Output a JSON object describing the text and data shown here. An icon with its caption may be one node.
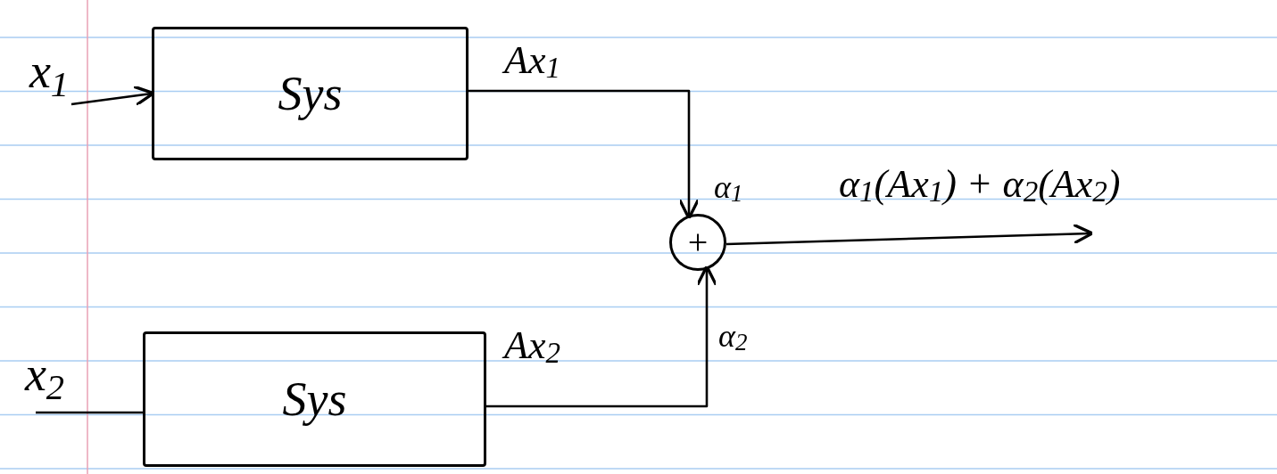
{
  "diagram": {
    "nodes": [
      {
        "text": [
          "x$_{1}$"
        ]
      },
      {
        "text": [
          "Sys"
        ]
      },
      {
        "text": [
          "x$_{2}$"
        ]
      },
      {
        "text": [
          "Sys"
        ]
      },
      {
        "text": [
          "+"
        ]
      }
    ],
    "edges": [
      {
        "from": 0,
        "to": 1,
        "arrow": "to"
      },
      {
        "from": 1,
        "to": 4,
        "arrow": "to",
        "label": "Ax$_{1}$"
      },
      {
        "from": 2,
        "to": 3,
        "arrow": "none"
      },
      {
        "from": 3,
        "to": 4,
        "arrow": "to",
        "label": "Ax$_{2}$"
      },
      {
        "from": 4,
        "to": null,
        "arrow": "to",
        "label": "α$_{1}$(Ax$_{1}$) + α$_{2}$(Ax$_{2}$)"
      }
    ],
    "labels": [
      "α$_{1}$",
      "α$_{2}$"
    ]
  }
}
